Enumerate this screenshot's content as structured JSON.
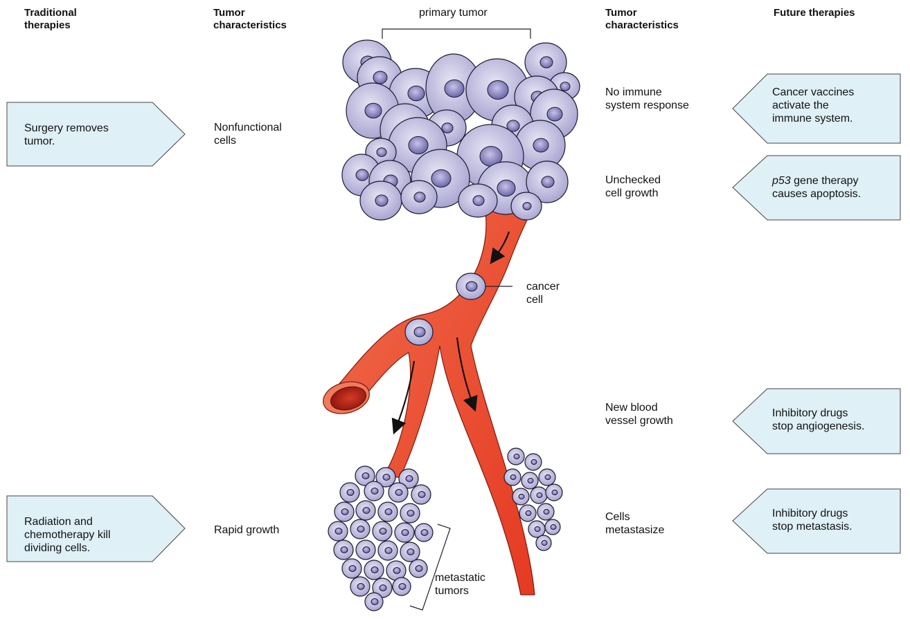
{
  "headers": {
    "traditional": "Traditional\ntherapies",
    "tumor_left": "Tumor\ncharacteristics",
    "tumor_right": "Tumor\ncharacteristics",
    "future": "Future therapies"
  },
  "labels": {
    "primary_tumor": "primary tumor",
    "cancer_cell": "cancer\ncell",
    "metastatic_tumors": "metastatic\ntumors"
  },
  "left_characteristics": {
    "nonfunctional": "Nonfunctional\ncells",
    "rapid_growth": "Rapid growth"
  },
  "right_characteristics": {
    "no_immune": "No immune\nsystem response",
    "unchecked": "Unchecked\ncell growth",
    "new_vessel": "New blood\nvessel growth",
    "metastasize": "Cells\nmetastasize"
  },
  "traditional_therapies": {
    "surgery": "Surgery removes\ntumor.",
    "radiation": "Radiation and\nchemotherapy kill\ndividing cells."
  },
  "future_therapies": {
    "vaccines": "Cancer vaccines\nactivate the\nimmune system.",
    "p53_italic": "p53",
    "p53_rest": " gene therapy\ncauses apoptosis.",
    "angiogenesis": "Inhibitory drugs\nstop angiogenesis.",
    "metastasis": "Inhibitory drugs\nstop metastasis."
  },
  "colors": {
    "box_fill": "#dff0f7",
    "box_stroke": "#444444",
    "vessel": "#ea4a2c",
    "cell_fill": "#bbb8db",
    "cell_nucleus": "#7d78b3",
    "cell_stroke": "#1a1a2e"
  }
}
